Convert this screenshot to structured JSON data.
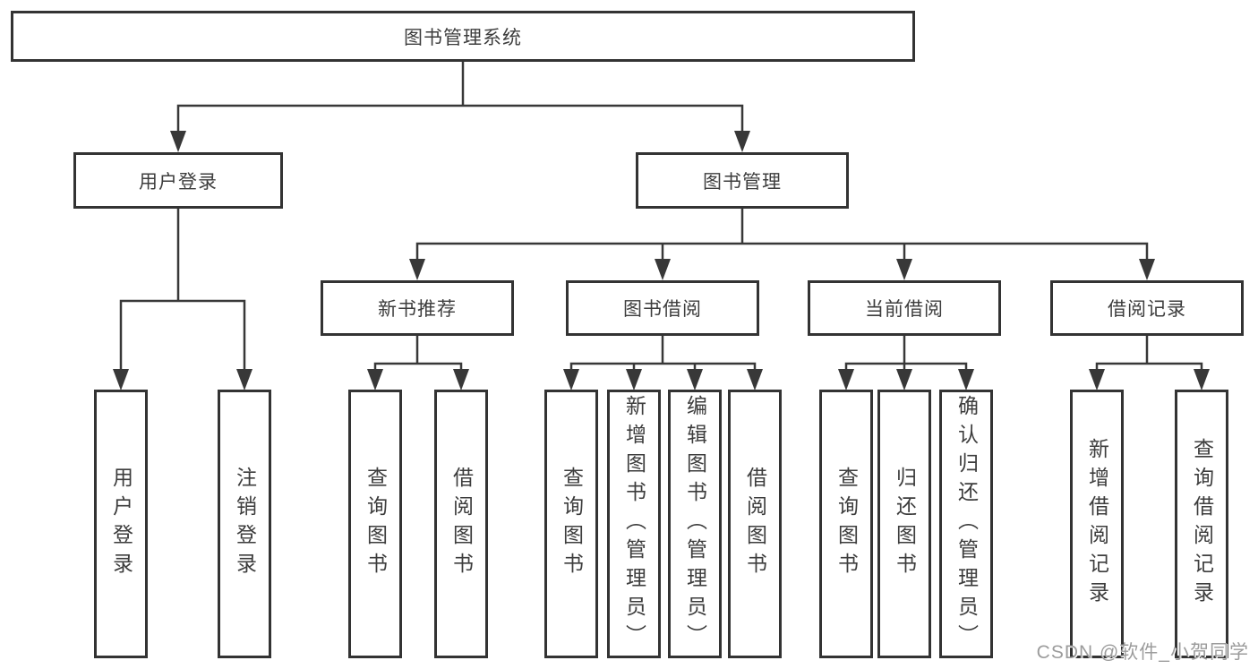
{
  "tree": {
    "root": {
      "label": "图书管理系统"
    },
    "branches": [
      {
        "label": "用户登录",
        "children": [
          {
            "label": "用户登录"
          },
          {
            "label": "注销登录"
          }
        ]
      },
      {
        "label": "图书管理",
        "groups": [
          {
            "label": "新书推荐",
            "children": [
              {
                "label": "查询图书"
              },
              {
                "label": "借阅图书"
              }
            ]
          },
          {
            "label": "图书借阅",
            "children": [
              {
                "label": "查询图书"
              },
              {
                "label": "新增图书（管理员）"
              },
              {
                "label": "编辑图书（管理员）"
              },
              {
                "label": "借阅图书"
              }
            ]
          },
          {
            "label": "当前借阅",
            "children": [
              {
                "label": "查询图书"
              },
              {
                "label": "归还图书"
              },
              {
                "label": "确认归还（管理员）"
              }
            ]
          },
          {
            "label": "借阅记录",
            "children": [
              {
                "label": "新增借阅记录"
              },
              {
                "label": "查询借阅记录"
              }
            ]
          }
        ]
      }
    ]
  },
  "watermark": {
    "text": "CSDN @软件_小贺同学"
  },
  "colors": {
    "line": "#383838",
    "border": "#333333",
    "text": "#3d3d3d",
    "watermark": "#9c9c9c",
    "background": "#ffffff"
  }
}
